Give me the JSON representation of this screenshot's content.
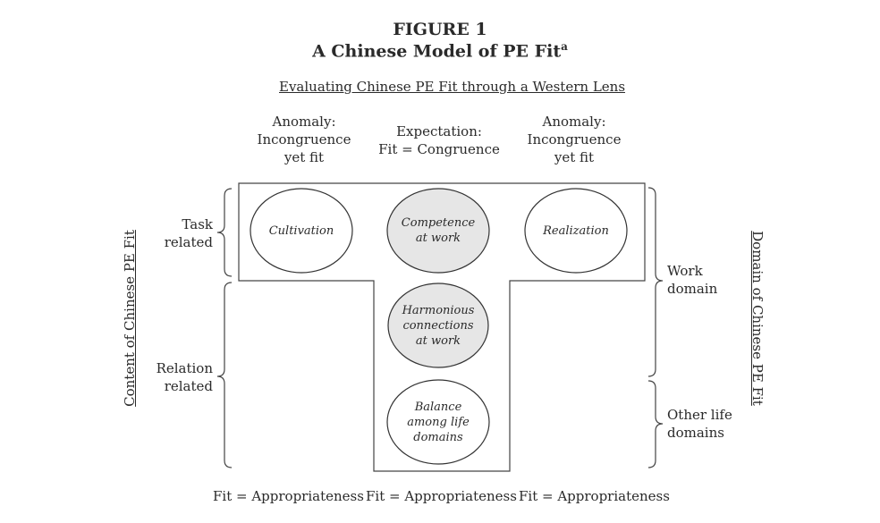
{
  "figure": {
    "label": "FIGURE 1",
    "title": "A Chinese Model of PE Fit",
    "title_superscript": "a"
  },
  "lens_heading": "Evaluating Chinese PE Fit through a Western Lens",
  "column_headers": {
    "left": "Anomaly:\nIncongruence\nyet fit",
    "middle": "Expectation:\nFit = Congruence",
    "right": "Anomaly:\nIncongruence\nyet fit"
  },
  "left_labels": {
    "task": "Task\nrelated",
    "relation": "Relation\nrelated",
    "axis": "Content of Chinese PE Fit"
  },
  "right_labels": {
    "work": "Work\ndomain",
    "other": "Other life\ndomains",
    "axis": "Domain of Chinese PE Fit"
  },
  "ellipses": {
    "cultivation": "Cultivation",
    "competence": "Competence\nat work",
    "realization": "Realization",
    "harmonious": "Harmonious\nconnections\nat work",
    "balance": "Balance\namong life\ndomains"
  },
  "footer": {
    "left": "Fit = Appropriateness",
    "middle": "Fit = Appropriateness",
    "right": "Fit = Appropriateness"
  },
  "colors": {
    "highlight_fill": "#e6e6e6",
    "line": "#444444"
  }
}
